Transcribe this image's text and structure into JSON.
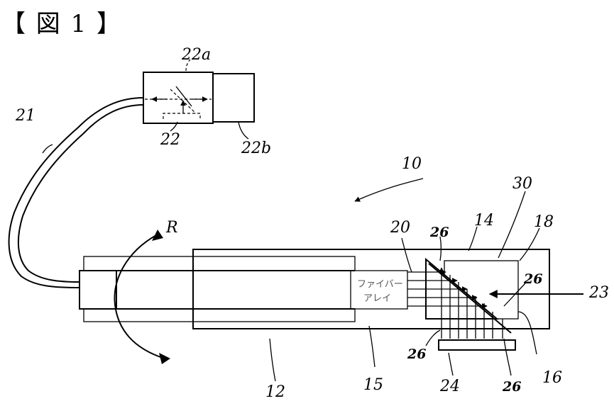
{
  "figure_title": "【 図 1 】",
  "labels": {
    "l10": "10",
    "l12": "12",
    "l14": "14",
    "l15": "15",
    "l16": "16",
    "l18": "18",
    "l20": "20",
    "l21": "21",
    "l22": "22",
    "l22a": "22a",
    "l22b": "22b",
    "l23": "23",
    "l24": "24",
    "l26a": "26",
    "l26b": "26",
    "l26c": "26",
    "l26d": "26",
    "l30": "30",
    "lR": "R"
  },
  "fiber_array_text": [
    "ファイバー",
    "アレイ"
  ]
}
